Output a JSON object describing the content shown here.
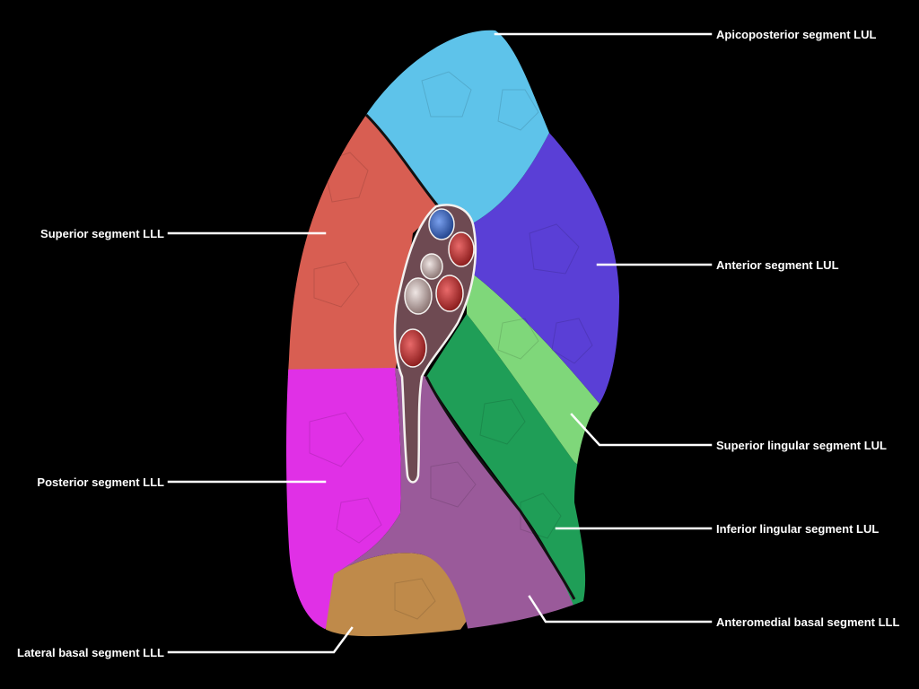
{
  "segments": [
    {
      "key": "apicoposterior_lul",
      "label": "Apicoposterior segment LUL",
      "color": "#5ec3ea"
    },
    {
      "key": "anterior_lul",
      "label": "Anterior segment LUL",
      "color": "#5a3fd6"
    },
    {
      "key": "superior_lingular_lul",
      "label": "Superior lingular segment LUL",
      "color": "#7fd77a"
    },
    {
      "key": "inferior_lingular_lul",
      "label": "Inferior lingular segment LUL",
      "color": "#1f9e57"
    },
    {
      "key": "anteromedial_basal_lll",
      "label": "Anteromedial basal segment LLL",
      "color": "#9a5a9a"
    },
    {
      "key": "superior_lll",
      "label": "Superior segment LLL",
      "color": "#d85e52"
    },
    {
      "key": "posterior_lll",
      "label": "Posterior segment LLL",
      "color": "#e030e6"
    },
    {
      "key": "lateral_basal_lll",
      "label": "Lateral basal segment LLL",
      "color": "#bf8a4a"
    }
  ],
  "hilum": {
    "outline_color": "#f4f1ef",
    "vein_color": "#3f6fcc",
    "artery_color": "#c23a3a",
    "bronchus_color": "#d9d0cf"
  }
}
